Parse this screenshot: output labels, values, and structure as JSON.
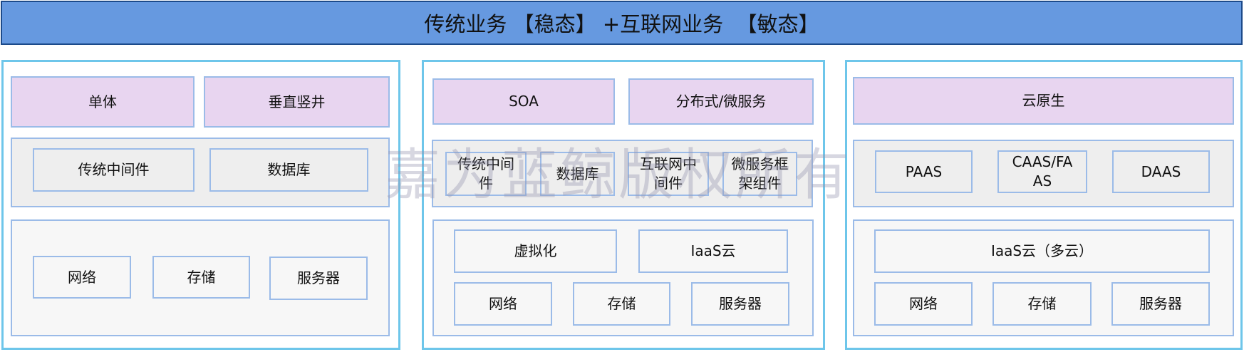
{
  "title": "传统业务 【稳态】 +互联网业务  【敏态】",
  "watermark": "嘉为蓝鲸版权所有",
  "columns": [
    {
      "top": [
        "单体",
        "垂直竖井"
      ],
      "middle": [
        "传统中间件",
        "数据库"
      ],
      "bottom": [
        "网络",
        "存储",
        "服务器"
      ]
    },
    {
      "top": [
        "SOA",
        "分布式/微服务"
      ],
      "middle": [
        "传统中间\n件",
        "数据库",
        "互联网中\n间件",
        "微服务框\n架组件"
      ],
      "bottom_upper": [
        "虚拟化",
        "IaaS云"
      ],
      "bottom": [
        "网络",
        "存储",
        "服务器"
      ]
    },
    {
      "top": [
        "云原生"
      ],
      "middle": [
        "PAAS",
        "CAAS/FA\nAS",
        "DAAS"
      ],
      "bottom_upper": [
        "IaaS云（多云）"
      ],
      "bottom": [
        "网络",
        "存储",
        "服务器"
      ]
    }
  ]
}
